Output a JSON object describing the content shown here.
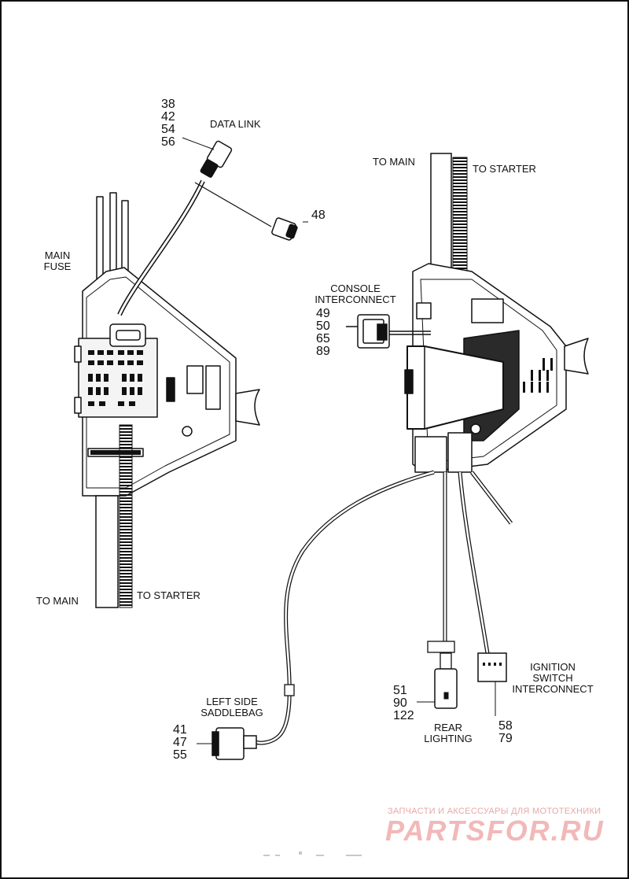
{
  "left_assembly": {
    "labels": {
      "data_link": "DATA LINK",
      "main_fuse": [
        "MAIN",
        "FUSE"
      ],
      "to_main": "TO MAIN",
      "to_starter": "TO STARTER"
    },
    "callouts": {
      "data_link": [
        "38",
        "42",
        "54",
        "56"
      ],
      "connector": [
        "48"
      ]
    }
  },
  "right_assembly": {
    "labels": {
      "to_main": "TO MAIN",
      "to_starter": "TO STARTER",
      "console_interconnect": [
        "CONSOLE",
        "INTERCONNECT"
      ],
      "left_side_saddlebag": [
        "LEFT SIDE",
        "SADDLEBAG"
      ],
      "rear_lighting": [
        "REAR",
        "LIGHTING"
      ],
      "ignition_switch_interconnect": [
        "IGNITION",
        "SWITCH",
        "INTERCONNECT"
      ]
    },
    "callouts": {
      "console_interconnect": [
        "49",
        "50",
        "65",
        "89"
      ],
      "saddlebag": [
        "41",
        "47",
        "55"
      ],
      "rear_lighting": [
        "51",
        "90",
        "122"
      ],
      "ignition_switch": [
        "58",
        "79"
      ]
    }
  },
  "watermark": {
    "caption": "ЗАПЧАСТИ И АКСЕССУАРЫ ДЛЯ МОТОТЕХНИКИ",
    "logo": "PARTSFOR.RU"
  },
  "colors": {
    "line": "#111111",
    "watermark": "#e8a7a7"
  }
}
